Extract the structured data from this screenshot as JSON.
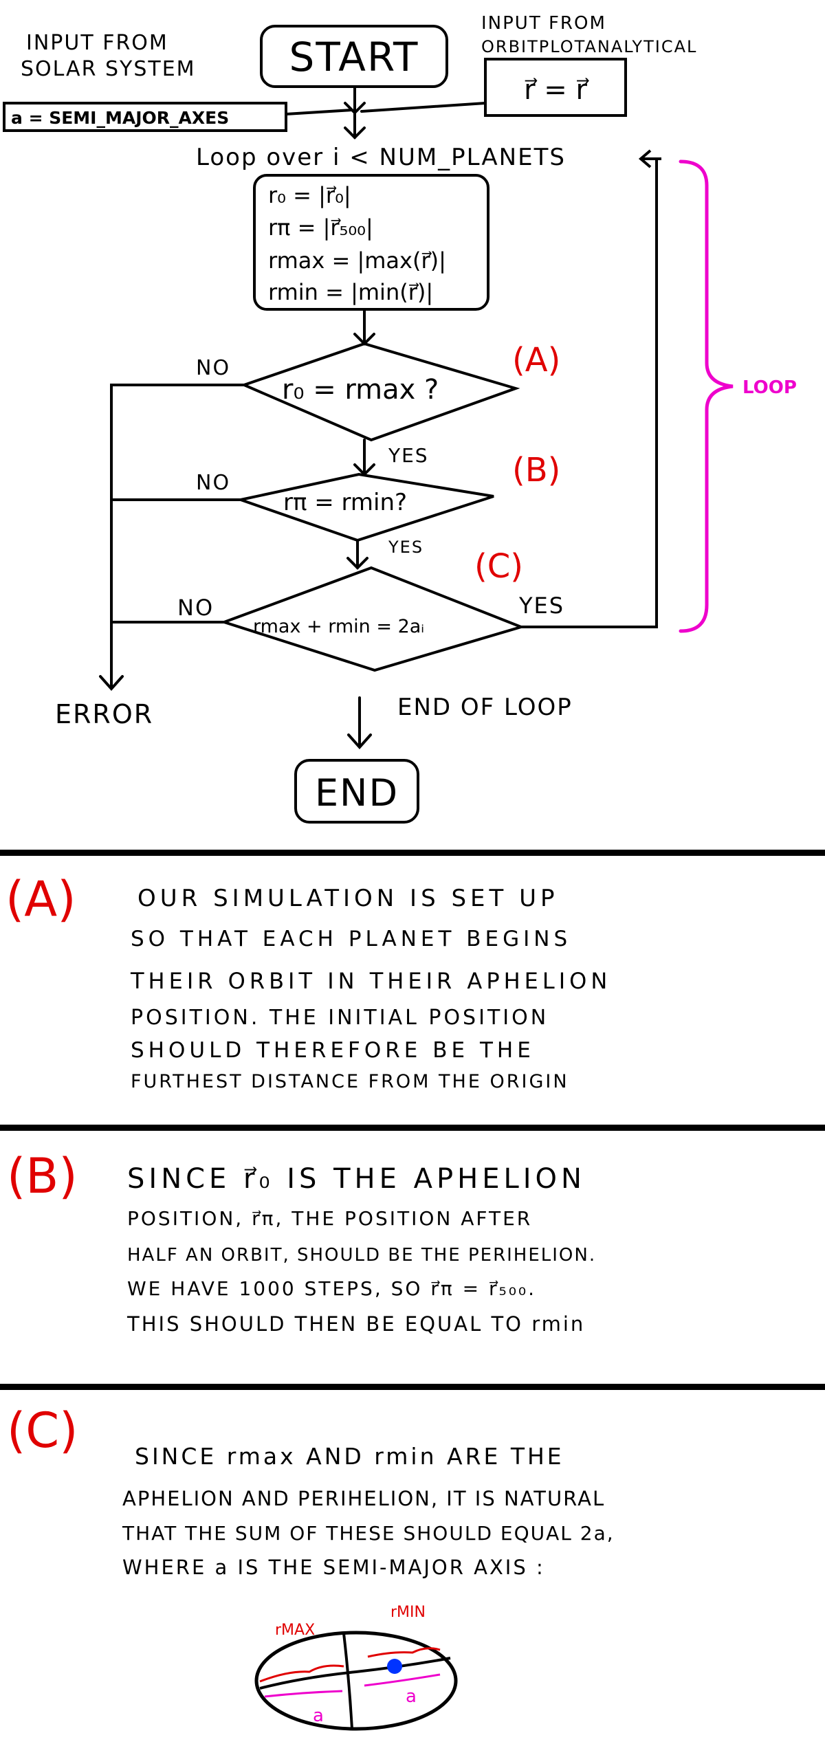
{
  "flowchart": {
    "input_left_title": [
      "INPUT FROM",
      "SOLAR SYSTEM"
    ],
    "input_left_box": "a = SEMI_MAJOR_AXES",
    "start": "START",
    "input_right_title": [
      "INPUT FROM",
      "ORBITPLOTANALYTICAL"
    ],
    "input_right_box": "r⃗ = r⃗",
    "loop_header": "Loop over i < NUM_PLANETS",
    "process_lines": [
      "r₀ = |r⃗₀|",
      "rπ = |r⃗₅₀₀|",
      "rmax = |max(r⃗)|",
      "rmin = |min(r⃗)|"
    ],
    "decision_a": "r₀ = rmax ?",
    "decision_b": "rπ = rmin?",
    "decision_c": "rmax + rmin = 2aᵢ",
    "tag_a": "(A)",
    "tag_b": "(B)",
    "tag_c": "(C)",
    "no_label": "NO",
    "yes_label": "YES",
    "yes_label_small": "YES",
    "loop_brace_label": "LOOP",
    "error": "ERROR",
    "end_of_loop": "END OF LOOP",
    "end": "END"
  },
  "notes": [
    {
      "tag": "(A)",
      "lines": [
        "OUR SIMULATION IS SET UP",
        "SO THAT EACH PLANET BEGINS",
        "THEIR ORBIT IN THEIR APHELION",
        "POSITION. THE INITIAL POSITION",
        "SHOULD THEREFORE BE THE",
        "FURTHEST DISTANCE FROM THE ORIGIN"
      ]
    },
    {
      "tag": "(B)",
      "lines": [
        "SINCE r⃗₀ IS THE APHELION",
        "POSITION, r⃗π, THE POSITION AFTER",
        "HALF AN ORBIT, SHOULD BE THE PERIHELION.",
        "WE HAVE 1000 STEPS, SO r⃗π = r⃗₅₀₀.",
        "THIS SHOULD THEN BE EQUAL TO rmin"
      ]
    },
    {
      "tag": "(C)",
      "lines": [
        "SINCE rmax AND rmin ARE THE",
        "APHELION AND PERIHELION, IT IS NATURAL",
        "THAT THE SUM OF THESE SHOULD EQUAL 2a,",
        "WHERE a IS THE SEMI-MAJOR AXIS :"
      ]
    }
  ],
  "ellipse_sketch": {
    "label_rmax": "rMAX",
    "label_rmin": "rMIN",
    "label_a_left": "a",
    "label_a_right": "a"
  },
  "colors": {
    "ink": "#000000",
    "red": "#e00000",
    "magenta": "#ee00cc",
    "blue": "#0033ff"
  }
}
